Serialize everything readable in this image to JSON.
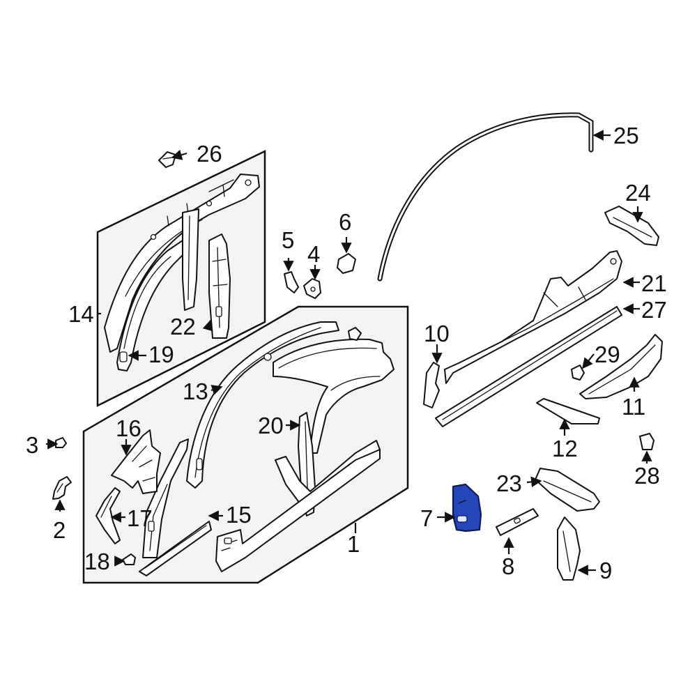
{
  "diagram": {
    "highlight_color": "#2446b8",
    "callouts": [
      "1",
      "2",
      "3",
      "4",
      "5",
      "6",
      "7",
      "8",
      "9",
      "10",
      "11",
      "12",
      "13",
      "14",
      "15",
      "16",
      "17",
      "18",
      "19",
      "20",
      "21",
      "22",
      "23",
      "24",
      "25",
      "26",
      "27",
      "28",
      "29"
    ],
    "highlighted_callout": "7"
  }
}
